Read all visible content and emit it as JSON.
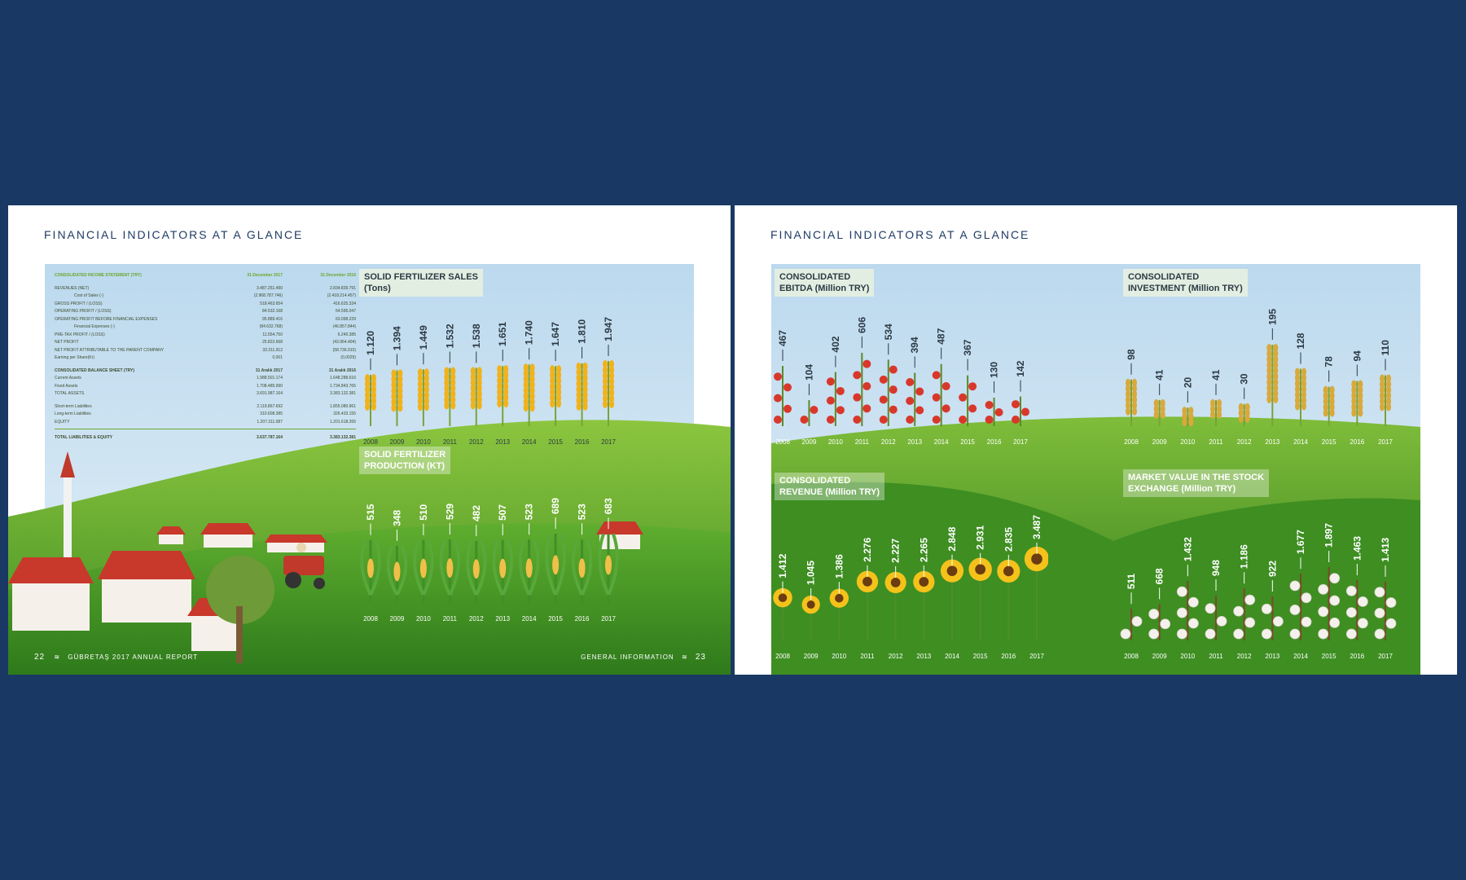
{
  "background_color": "#1a3864",
  "left_page": {
    "title": "FINANCIAL INDICATORS AT A GLANCE",
    "page_number": "22",
    "footer_text": "GÜBRETAŞ 2017 ANNUAL REPORT",
    "table": {
      "income_header": [
        "CONSOLIDATED INCOME STATEMENT (TRY)",
        "31 December 2017",
        "31 December 2016"
      ],
      "income_rows": [
        [
          "REVENUES (NET)",
          "3.487.251.490",
          "2.834.839.791"
        ],
        [
          "Cost of Sales (-)",
          "(2.968.787.746)",
          "(2.418.214.457)"
        ],
        [
          "GROSS PROFIT / (LOSS)",
          "518.463.654",
          "416.625.334"
        ],
        [
          "OPERATING PROFIT / (LOSS)",
          "84.532.168",
          "54.595.047"
        ],
        [
          "OPERATING PROFIT BEFORE FINANCIAL EXPENSES",
          "95.889.416",
          "63.098.229"
        ],
        [
          "Financial Expenses (-)",
          "(84.632.768)",
          "(46.857.844)"
        ],
        [
          "PRE-TAX PROFIT / (LOSS)",
          "11.554.750",
          "6.240.385"
        ],
        [
          "NET PROFIT",
          "25.822.668",
          "(43.964.404)"
        ],
        [
          "NET PROFIT ATTRIBUTABLE TO THE PARENT COMPANY",
          "33.311.912",
          "(58.736.910)"
        ],
        [
          "Earning per Share(Kr)",
          "0,001",
          "(0,0029)"
        ]
      ],
      "balance_header": [
        "CONSOLIDATED BALANCE SHEET (TRY)",
        "31 Aralık 2017",
        "31 Aralık 2016"
      ],
      "balance_rows": [
        [
          "Current Assets",
          "1.988.501.174",
          "1.648.288.616"
        ],
        [
          "Fixed Assets",
          "1.708.485.990",
          "1.734.843.765"
        ],
        [
          "TOTAL ASSETS",
          "3.691.987.164",
          "3.383.132.381"
        ]
      ],
      "liability_rows": [
        [
          "Short-term Liabilities",
          "2.119.867.692",
          "1.855.080.961"
        ],
        [
          "Long-term Liabilities",
          "310.608.385",
          "326.433.155"
        ],
        [
          "EQUITY",
          "1.207.311.087",
          "1.201.618.265"
        ]
      ],
      "total_row": [
        "TOTAL LIABILITIES & EQUITY",
        "3.637.787.164",
        "3.383.132.381"
      ]
    }
  },
  "right_page": {
    "title": "FINANCIAL INDICATORS AT A GLANCE",
    "page_number": "23",
    "footer_text": "GENERAL INFORMATION"
  },
  "chart_data": [
    {
      "id": "solid-fertilizer-sales",
      "type": "bar",
      "title_lines": [
        "SOLID FERTILIZER SALES",
        "(Tons)"
      ],
      "categories": [
        "2008",
        "2009",
        "2010",
        "2011",
        "2012",
        "2013",
        "2014",
        "2015",
        "2016",
        "2017"
      ],
      "values": [
        1120,
        1394,
        1449,
        1532,
        1538,
        1651,
        1740,
        1647,
        1810,
        1947
      ],
      "value_labels": [
        "1.120",
        "1.394",
        "1.449",
        "1.532",
        "1.538",
        "1.651",
        "1.740",
        "1.647",
        "1.810",
        "1.947"
      ],
      "mark": "wheat",
      "mark_color": "#f2b21b"
    },
    {
      "id": "solid-fertilizer-production",
      "type": "bar",
      "title_lines": [
        "SOLID FERTILIZER",
        "PRODUCTION (KT)"
      ],
      "categories": [
        "2008",
        "2009",
        "2010",
        "2011",
        "2012",
        "2013",
        "2014",
        "2015",
        "2016",
        "2017"
      ],
      "values": [
        515,
        348,
        510,
        529,
        482,
        507,
        523,
        689,
        523,
        683
      ],
      "value_labels": [
        "515",
        "348",
        "510",
        "529",
        "482",
        "507",
        "523",
        "689",
        "523",
        "683"
      ],
      "mark": "corn",
      "mark_color": "#f0c04a"
    },
    {
      "id": "consolidated-ebitda",
      "type": "bar",
      "title_lines": [
        "CONSOLIDATED",
        "EBITDA (Million TRY)"
      ],
      "categories": [
        "2008",
        "2009",
        "2010",
        "2011",
        "2012",
        "2013",
        "2014",
        "2015",
        "2016",
        "2017"
      ],
      "values": [
        467,
        104,
        402,
        606,
        534,
        394,
        487,
        367,
        130,
        142
      ],
      "value_labels": [
        "467",
        "104",
        "402",
        "606",
        "534",
        "394",
        "487",
        "367",
        "130",
        "142"
      ],
      "mark": "tomato",
      "mark_color": "#d8382b"
    },
    {
      "id": "consolidated-investment",
      "type": "bar",
      "title_lines": [
        "CONSOLIDATED",
        "INVESTMENT (Million TRY)"
      ],
      "categories": [
        "2008",
        "2009",
        "2010",
        "2011",
        "2012",
        "2013",
        "2014",
        "2015",
        "2016",
        "2017"
      ],
      "values": [
        98,
        41,
        20,
        41,
        30,
        195,
        128,
        78,
        94,
        110
      ],
      "value_labels": [
        "98",
        "41",
        "20",
        "41",
        "30",
        "195",
        "128",
        "78",
        "94",
        "110"
      ],
      "mark": "rice",
      "mark_color": "#d9a93a"
    },
    {
      "id": "consolidated-revenue",
      "type": "bar",
      "title_lines": [
        "CONSOLIDATED",
        "REVENUE (Million TRY)"
      ],
      "categories": [
        "2008",
        "2009",
        "2010",
        "2011",
        "2012",
        "2013",
        "2014",
        "2015",
        "2016",
        "2017"
      ],
      "values": [
        1412,
        1045,
        1386,
        2276,
        2227,
        2265,
        2848,
        2931,
        2835,
        3487
      ],
      "value_labels": [
        "1.412",
        "1.045",
        "1.386",
        "2.276",
        "2.227",
        "2.265",
        "2.848",
        "2.931",
        "2.835",
        "3.487"
      ],
      "mark": "sunflower",
      "mark_color": "#f4c21a"
    },
    {
      "id": "market-value",
      "type": "bar",
      "title_lines": [
        "MARKET VALUE IN THE STOCK",
        "EXCHANGE (Million TRY)"
      ],
      "categories": [
        "2008",
        "2009",
        "2010",
        "2011",
        "2012",
        "2013",
        "2014",
        "2015",
        "2016",
        "2017"
      ],
      "values": [
        511,
        668,
        1432,
        948,
        1186,
        922,
        1677,
        1897,
        1463,
        1413
      ],
      "value_labels": [
        "511",
        "668",
        "1.432",
        "948",
        "1.186",
        "922",
        "1.677",
        "1.897",
        "1.463",
        "1.413"
      ],
      "mark": "cotton",
      "mark_color": "#f4f1ec"
    }
  ]
}
